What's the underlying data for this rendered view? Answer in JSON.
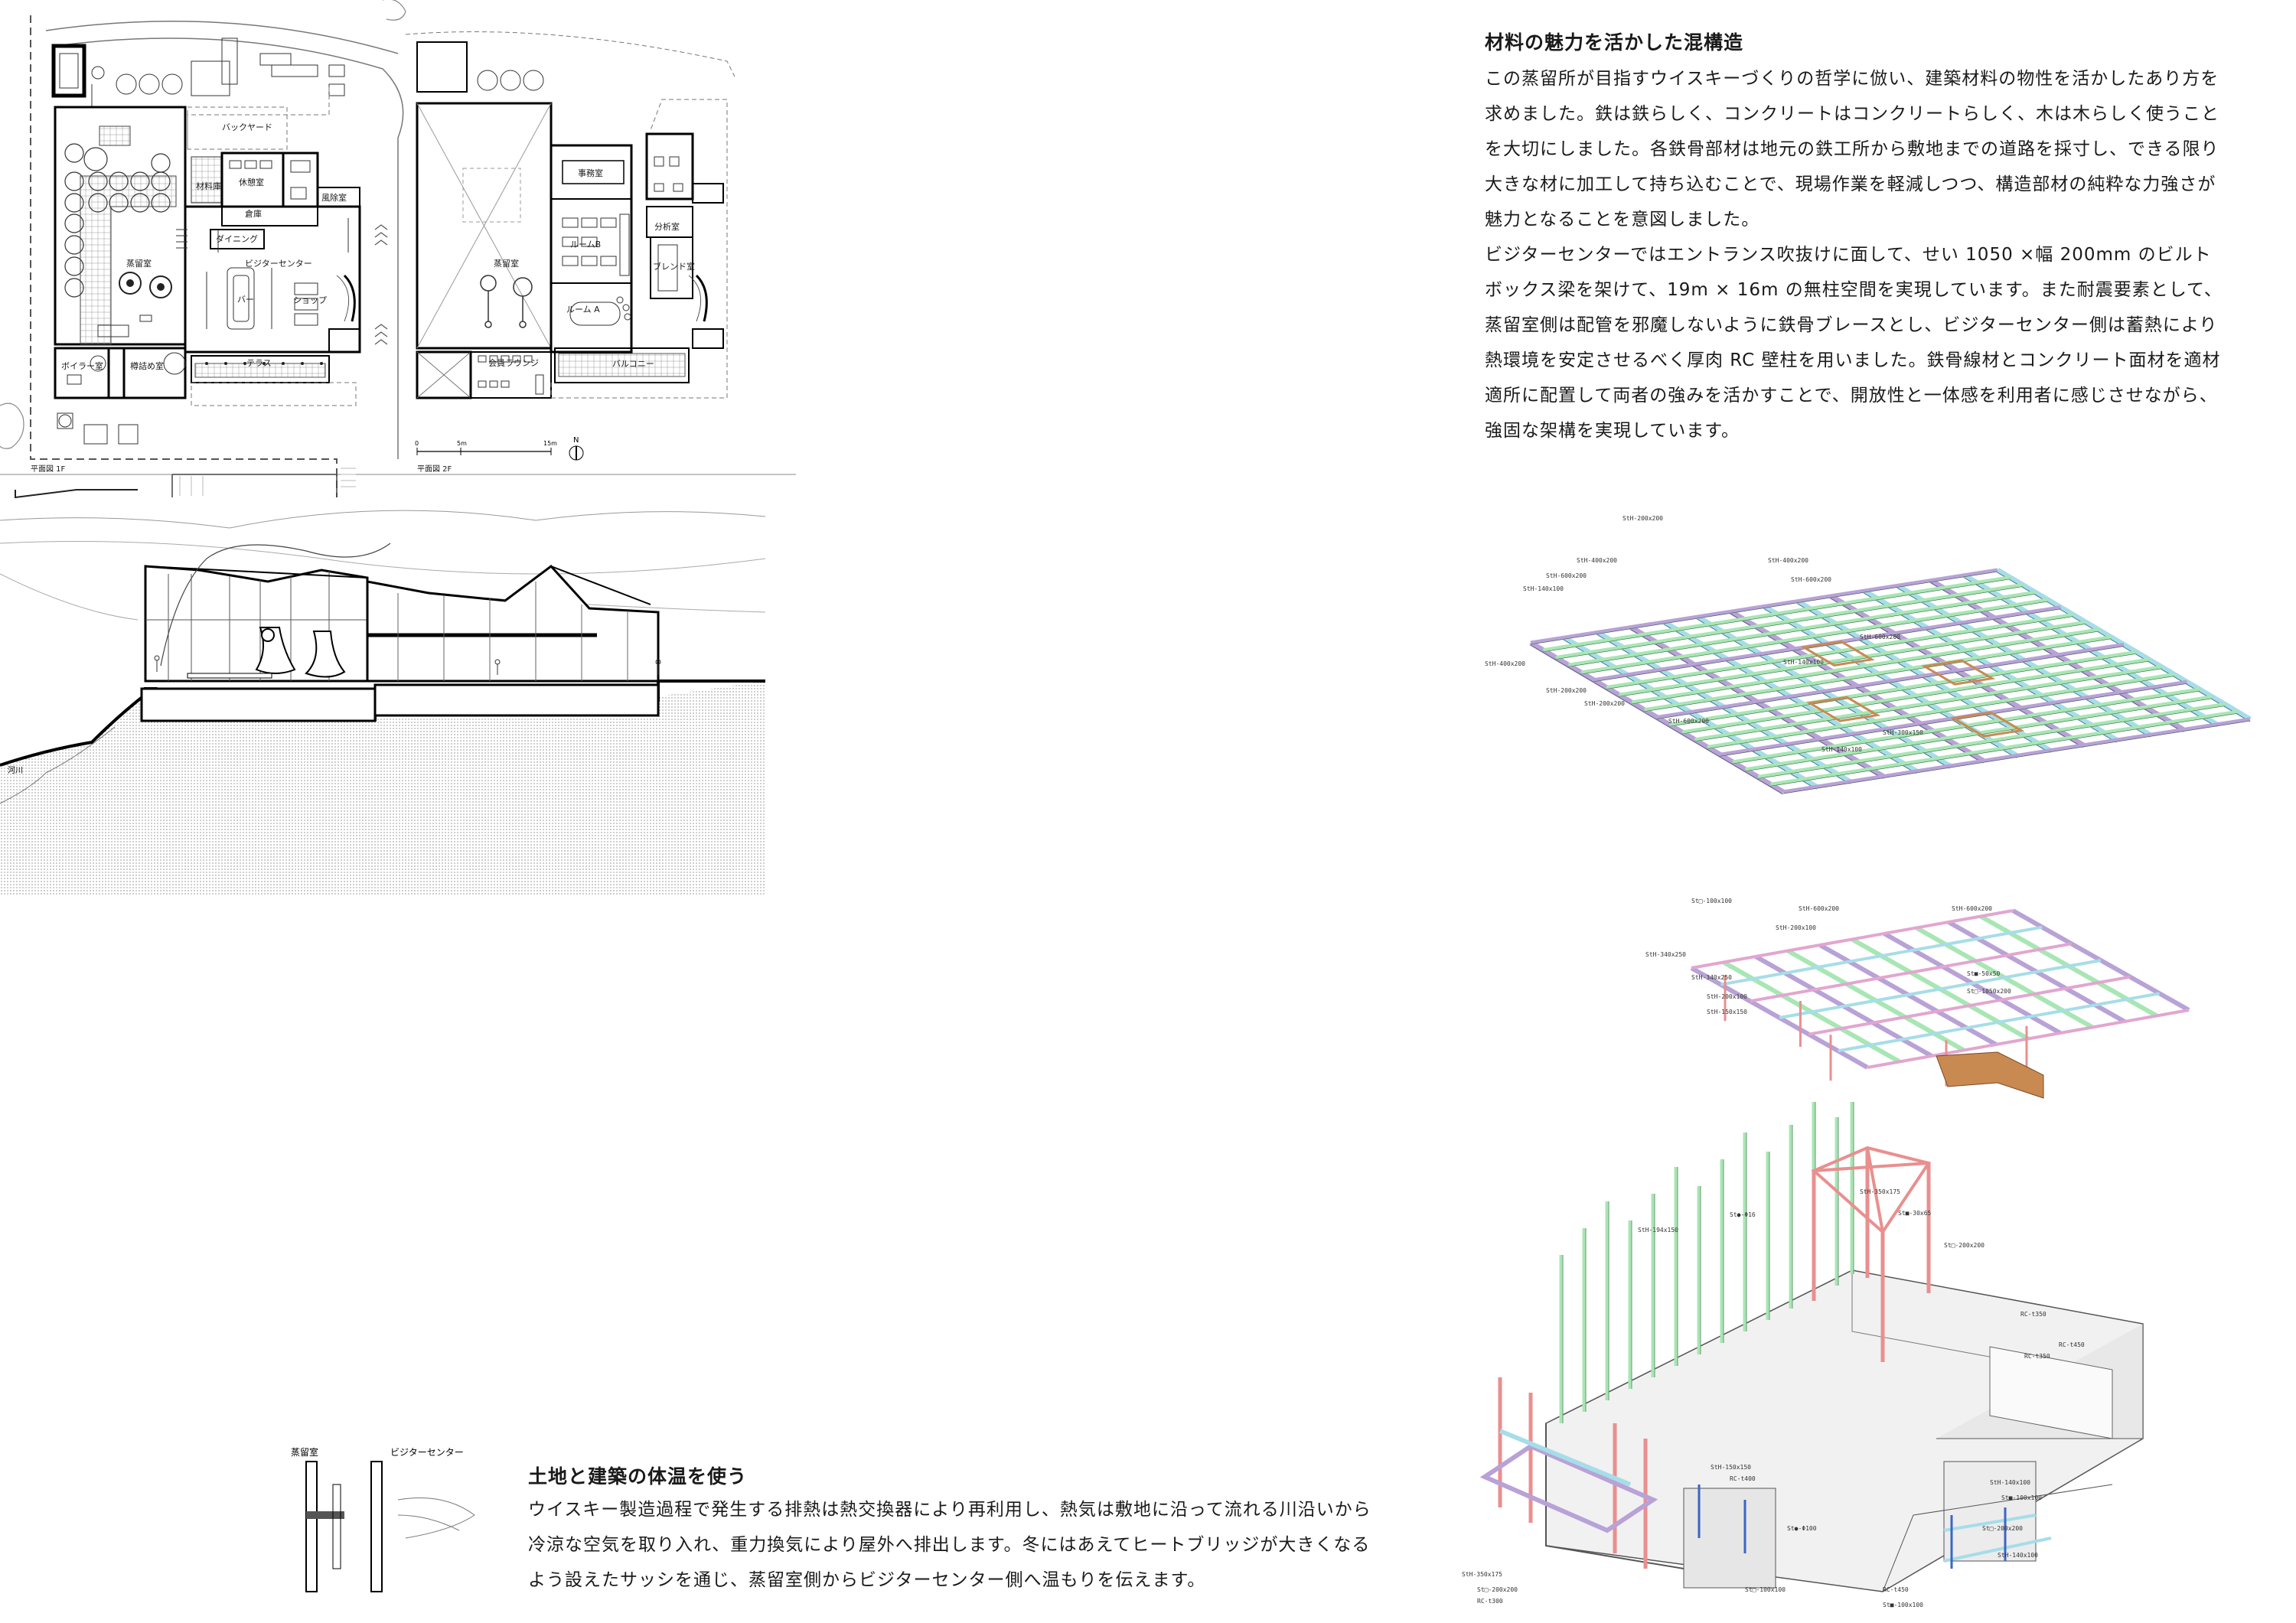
{
  "floorplan_1f": {
    "caption": "平面図 1F",
    "rooms": {
      "backyard": "バックヤード",
      "materials": "材料庫",
      "restroom": "休憩室",
      "storage": "倉庫",
      "windbreak": "風除室",
      "dining": "ダイニング",
      "distillation": "蒸留室",
      "visitor_center": "ビジターセンター",
      "bar": "バー",
      "shop": "ショップ",
      "boiler": "ボイラー室",
      "cask_filling": "樽詰め室",
      "terrace": "テラス"
    }
  },
  "floorplan_2f": {
    "caption": "平面図 2F",
    "rooms": {
      "distillation": "蒸留室",
      "office": "事務室",
      "analysis": "分析室",
      "room_b": "ルームB",
      "blend": "ブレンド室",
      "room_a": "ルーム A",
      "member_lounge": "会員ラウンジ",
      "balcony": "バルコニー"
    },
    "scale": {
      "zero": "0",
      "five": "5m",
      "fifteen": "15m"
    },
    "north": "N"
  },
  "section": {
    "river_label": "河川",
    "detail_left": "蒸留室",
    "detail_right": "ビジターセンター"
  },
  "section_text": {
    "heading": "土地と建築の体温を使う",
    "lines": [
      "ウイスキー製造過程で発生する排熱は熱交換器により再利用し、熱気は敷地に沿って流れる川沿いから",
      "冷涼な空気を取り入れ、重力換気により屋外へ排出します。冬にはあえてヒートブリッジが大きくなる",
      "よう設えたサッシを通じ、蒸留室側からビジターセンター側へ温もりを伝えます。"
    ]
  },
  "structure_text": {
    "heading": "材料の魅力を活かした混構造",
    "lines": [
      "この蒸留所が目指すウイスキーづくりの哲学に倣い、建築材料の物性を活かしたあり方を",
      "求めました。鉄は鉄らしく、コンクリートはコンクリートらしく、木は木らしく使うこと",
      "を大切にしました。各鉄骨部材は地元の鉄工所から敷地までの道路を採寸し、できる限り",
      "大きな材に加工して持ち込むことで、現場作業を軽減しつつ、構造部材の純粋な力強さが",
      "魅力となることを意図しました。",
      "ビジターセンターではエントランス吹抜けに面して、せい 1050 ×幅 200mm のビルト",
      "ボックス梁を架けて、19m × 16m の無柱空間を実現しています。また耐震要素として、",
      "蒸留室側は配管を邪魔しないように鉄骨ブレースとし、ビジターセンター側は蓄熱により",
      "熱環境を安定させるべく厚肉 RC 壁柱を用いました。鉄骨線材とコンクリート面材を適材",
      "適所に配置して両者の強みを活かすことで、開放性と一体感を利用者に感じさせながら、",
      "強固な架構を実現しています。"
    ]
  },
  "axo_roof_labels": [
    "StH-200x200",
    "StH-400x200",
    "StH-600x200",
    "StH-140x100",
    "StH-400x200",
    "StH-600x200",
    "StH-600x200",
    "StH-140x100",
    "StH-400x200",
    "StH-200x200",
    "StH-200x200",
    "StH-600x200",
    "StH-300x150",
    "StH-140x100"
  ],
  "axo_floor_labels": [
    "StH-600x200",
    "StH-200x100",
    "St□-100x100",
    "StH-340x250",
    "StH-340x250",
    "StH-600x200",
    "St■-50x50",
    "St□-1050x200",
    "StH-200x100",
    "StH-150x150"
  ],
  "axo_frame_labels": [
    "StH-350x175",
    "St●-Φ16",
    "St■-30x65",
    "StH-194x150",
    "St□-200x200",
    "RC-t350",
    "RC-t450",
    "RC-t350",
    "StH-150x150",
    "RC-t400",
    "St●-Φ100",
    "StH-140x100",
    "St■-100x100",
    "St□-200x200",
    "StH-350x175",
    "St□-200x200",
    "RC-t300",
    "St□-100x100",
    "StH-140x100",
    "St■-100x100",
    "RC-t450"
  ],
  "colors": {
    "beam_green": "#a8e6b4",
    "beam_cyan": "#a6dde8",
    "beam_purple": "#b8a2d6",
    "column_red": "#e98f8f",
    "brace_orange": "#c98a52",
    "ink": "#1a1a1a"
  }
}
